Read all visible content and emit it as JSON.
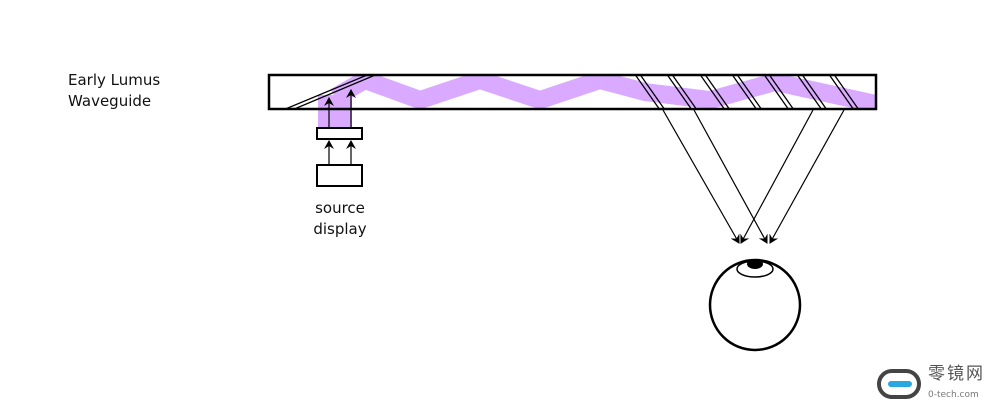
{
  "title_line1": "Early Lumus",
  "title_line2": "Waveguide",
  "source_line1": "source",
  "source_line2": "display",
  "logo": {
    "cn": "零镜网",
    "en": "0-tech.com"
  },
  "colors": {
    "light": "#d9aaff",
    "stroke": "#000000"
  }
}
